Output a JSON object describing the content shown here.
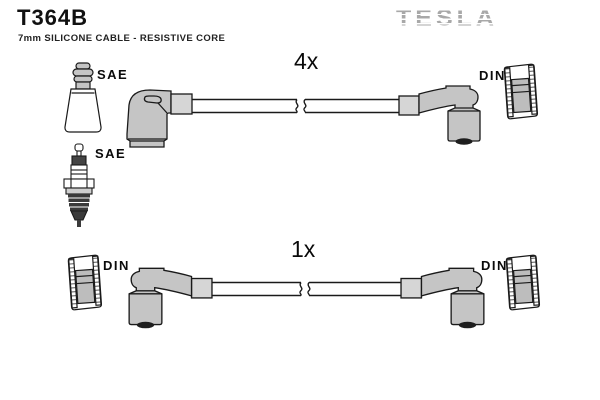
{
  "header": {
    "part_number": "T364B",
    "description": "7mm SILICONE CABLE - RESISTIVE CORE",
    "brand_logo": "TESLA"
  },
  "colors": {
    "boot_gray": "#c5c5c5",
    "collar_gray": "#d6d6d6",
    "din_socket_inner_gray": "#bdbdbd",
    "logo_gray": "#a8a8a8",
    "outline": "#1a1a1a",
    "terminal_opening_dark": "#1e1e1e"
  },
  "rows": [
    {
      "quantity_label": "4x",
      "left_reference_top_label": "SAE",
      "left_reference_bottom_label": "SAE",
      "right_reference_label": "DIN"
    },
    {
      "quantity_label": "1x",
      "left_reference_label": "DIN",
      "right_reference_label": "DIN"
    }
  ]
}
